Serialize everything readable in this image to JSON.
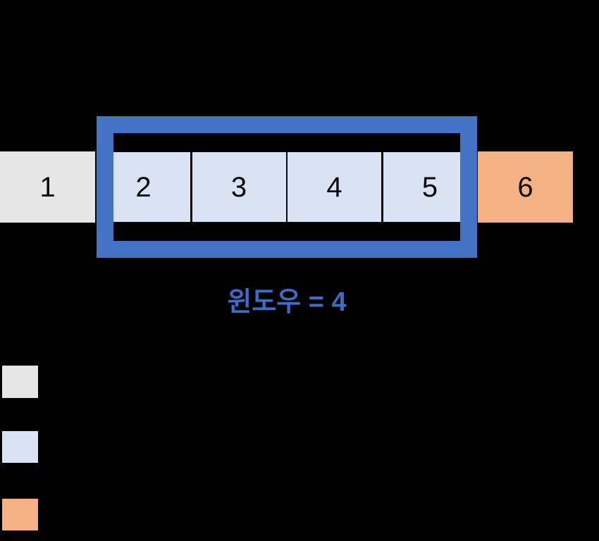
{
  "diagram": {
    "background_color": "#000000",
    "window_label": "윈도우 = 4",
    "window_size": 4,
    "frame_color": "#4472C4",
    "label_color": "#3C6CC4",
    "boxes": [
      {
        "value": "1",
        "state": "outside-left",
        "color": "#E7E6E6"
      },
      {
        "value": "2",
        "state": "in-window",
        "color": "#DAE3F3"
      },
      {
        "value": "3",
        "state": "in-window",
        "color": "#DAE3F3"
      },
      {
        "value": "4",
        "state": "in-window",
        "color": "#DAE3F3"
      },
      {
        "value": "5",
        "state": "in-window",
        "color": "#DAE3F3"
      },
      {
        "value": "6",
        "state": "outside-right",
        "color": "#F4B183"
      }
    ],
    "legend": {
      "items": [
        {
          "name": "gray-swatch",
          "color": "#E7E6E6"
        },
        {
          "name": "light-blue-swatch",
          "color": "#DAE3F3"
        },
        {
          "name": "orange-swatch",
          "color": "#F4B183"
        }
      ]
    }
  }
}
